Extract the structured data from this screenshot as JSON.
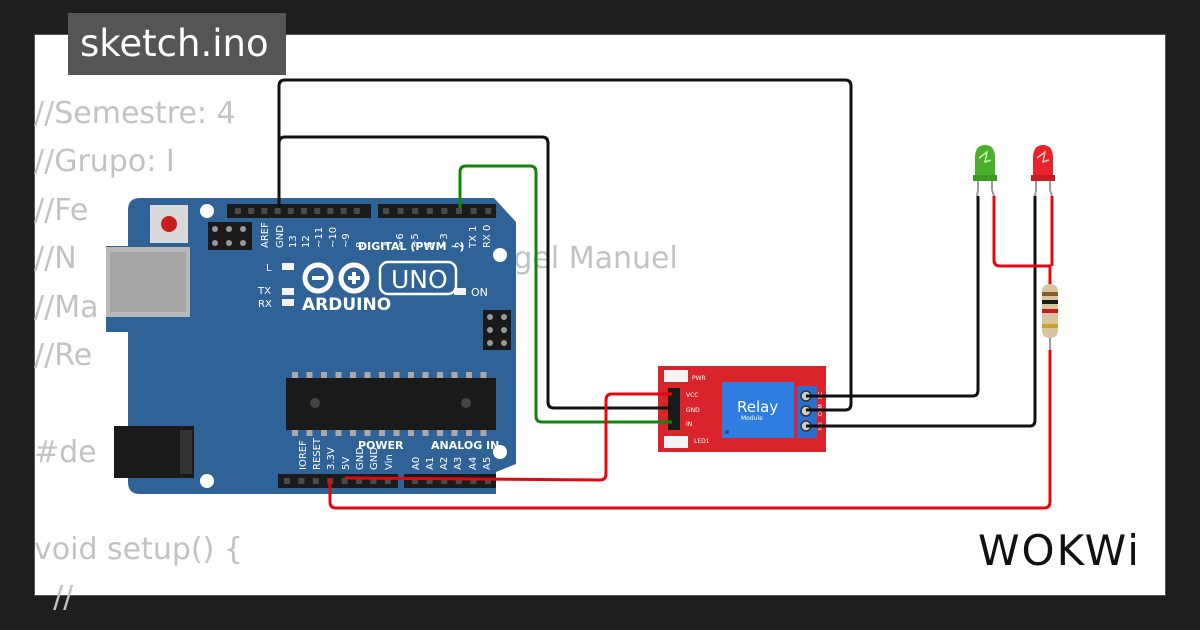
{
  "tab": {
    "title": "sketch.ino"
  },
  "code": {
    "lines": [
      "//Semestre: 4",
      "//Grupo: I",
      "//Fe",
      "//N                                       z Angel Manuel",
      "//Ma                                        s",
      "//Re",
      "",
      "#de",
      "",
      "void setup() {",
      "  //"
    ]
  },
  "arduino": {
    "logo_text": "ARDUINO",
    "model": "UNO",
    "digital_header": "DIGITAL (PWM ~)",
    "power_header": "POWER",
    "analog_header": "ANALOG IN",
    "led_labels": [
      "L",
      "TX",
      "RX",
      "ON"
    ],
    "top_pins": [
      "AREF",
      "GND",
      "13",
      "12",
      "~11",
      "~10",
      "~9",
      "8",
      "7",
      "~6",
      "~5",
      "4",
      "~3",
      "2",
      "TX 1",
      "RX 0"
    ],
    "bottom_pins": [
      "IOREF",
      "RESET",
      "3.3V",
      "5V",
      "GND",
      "GND",
      "Vin",
      "A0",
      "A1",
      "A2",
      "A3",
      "A4",
      "A5"
    ]
  },
  "relay": {
    "title": "Relay",
    "subtitle": "Module",
    "labels": [
      "PWR",
      "VCC",
      "GND",
      "IN",
      "LED1"
    ],
    "terminals": [
      "NC",
      "COM",
      "NO"
    ]
  },
  "leds": [
    {
      "color_name": "green",
      "color": "#4caf2c"
    },
    {
      "color_name": "red",
      "color": "#e8232a"
    }
  ],
  "colors": {
    "board": "#2f6397",
    "relay": "#d8242a",
    "wire_black": "#111111",
    "wire_red": "#e3080f",
    "wire_green": "#14850c"
  },
  "brand": {
    "text": "WOKWi"
  }
}
